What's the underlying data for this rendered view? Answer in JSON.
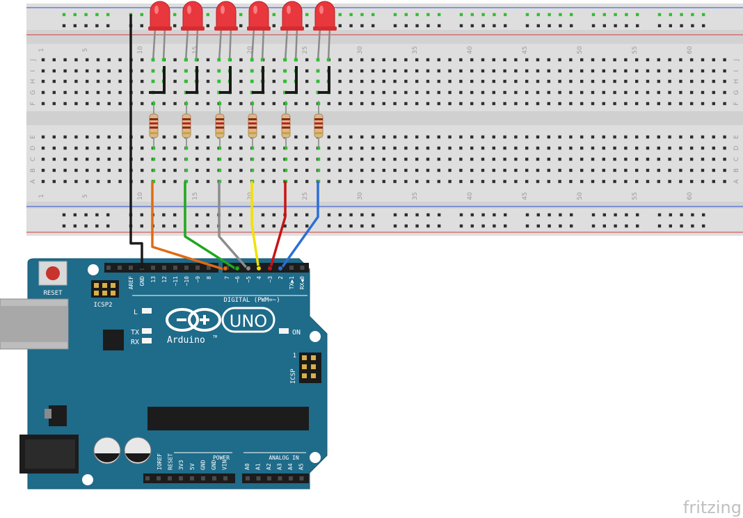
{
  "breadboard": {
    "column_numbers": [
      "1",
      "5",
      "10",
      "15",
      "20",
      "25",
      "30",
      "35",
      "40",
      "45",
      "50",
      "55",
      "60"
    ],
    "row_letters_top": [
      "J",
      "I",
      "H",
      "G",
      "F"
    ],
    "row_letters_bottom": [
      "E",
      "D",
      "C",
      "B",
      "A"
    ]
  },
  "arduino": {
    "reset_label": "RESET",
    "icsp2_label": "ICSP2",
    "icsp_label": "ICSP",
    "icsp_pin1": "1",
    "digital_label": "DIGITAL (PWM=~)",
    "digital_pins": [
      "AREF",
      "GND",
      "13",
      "12",
      "~11",
      "~10",
      "~9",
      "8",
      "7",
      "~6",
      "~5",
      "4",
      "~3",
      "2",
      "TX▶1",
      "RX◀0"
    ],
    "led_l": "L",
    "led_tx": "TX",
    "led_rx": "RX",
    "led_on": "ON",
    "uno_label": "UNO",
    "brand_label": "Arduino",
    "tm": "TM",
    "power_label": "POWER",
    "power_pins": [
      "IOREF",
      "RESET",
      "3V3",
      "5V",
      "GND",
      "GND",
      "VIN"
    ],
    "analog_label": "ANALOG IN",
    "analog_pins": [
      "A0",
      "A1",
      "A2",
      "A3",
      "A4",
      "A5"
    ]
  },
  "watermark": "fritzing",
  "colors": {
    "board": "#1f6b8a",
    "breadboard": "#dcdcdc",
    "led": "#e8383d",
    "rail_red": "#d23b3b",
    "rail_blue": "#2c4fd4",
    "wire_gnd": "#1a1a1a",
    "wire_orange": "#e06b12",
    "wire_green": "#1fa81f",
    "wire_gray": "#8c8c8c",
    "wire_yellow": "#f2e100",
    "wire_red": "#c81414",
    "wire_blue": "#2a6fd6"
  }
}
